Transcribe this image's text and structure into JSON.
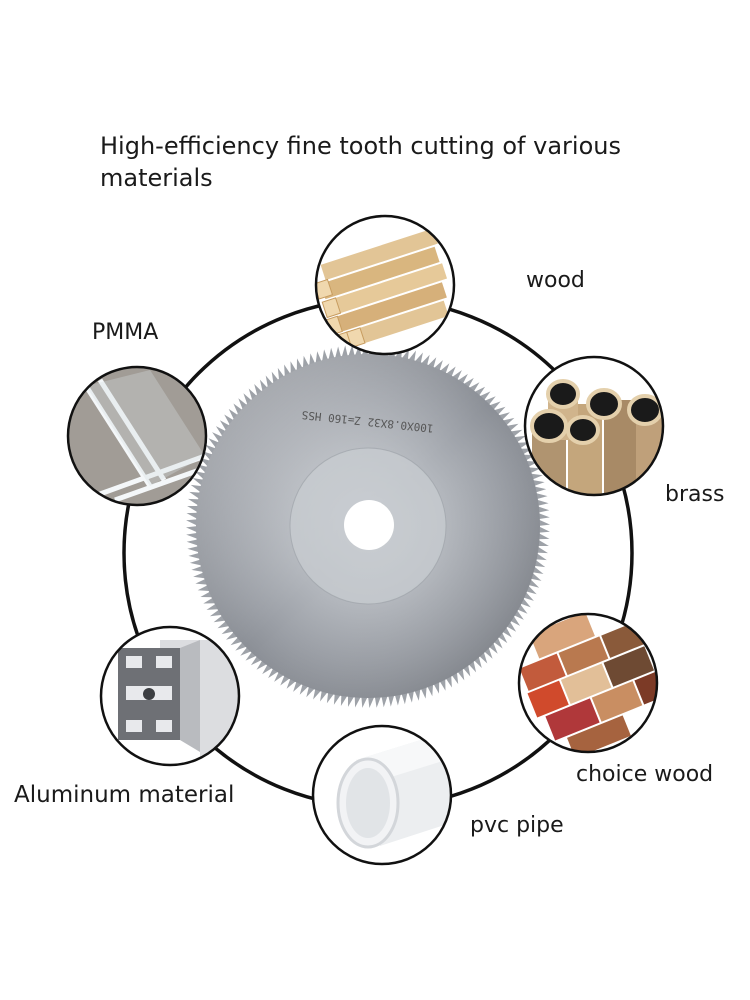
{
  "headline": "High-efficiency fine tooth cutting of various materials",
  "blade": {
    "inscription": "100X0.8X32 Z=160 HSS"
  },
  "materials": [
    {
      "label": "wood",
      "icon": "wood-planks-icon"
    },
    {
      "label": "PMMA",
      "icon": "acrylic-sheets-icon"
    },
    {
      "label": "brass",
      "icon": "brass-tubes-icon"
    },
    {
      "label": "choice wood",
      "icon": "hardwood-blocks-icon"
    },
    {
      "label": "Aluminum material",
      "icon": "aluminum-profile-icon"
    },
    {
      "label": "pvc pipe",
      "icon": "pvc-pipe-icon"
    }
  ],
  "colors": {
    "ring": "#111111",
    "blade": "#a9adb3",
    "background": "#ffffff"
  }
}
